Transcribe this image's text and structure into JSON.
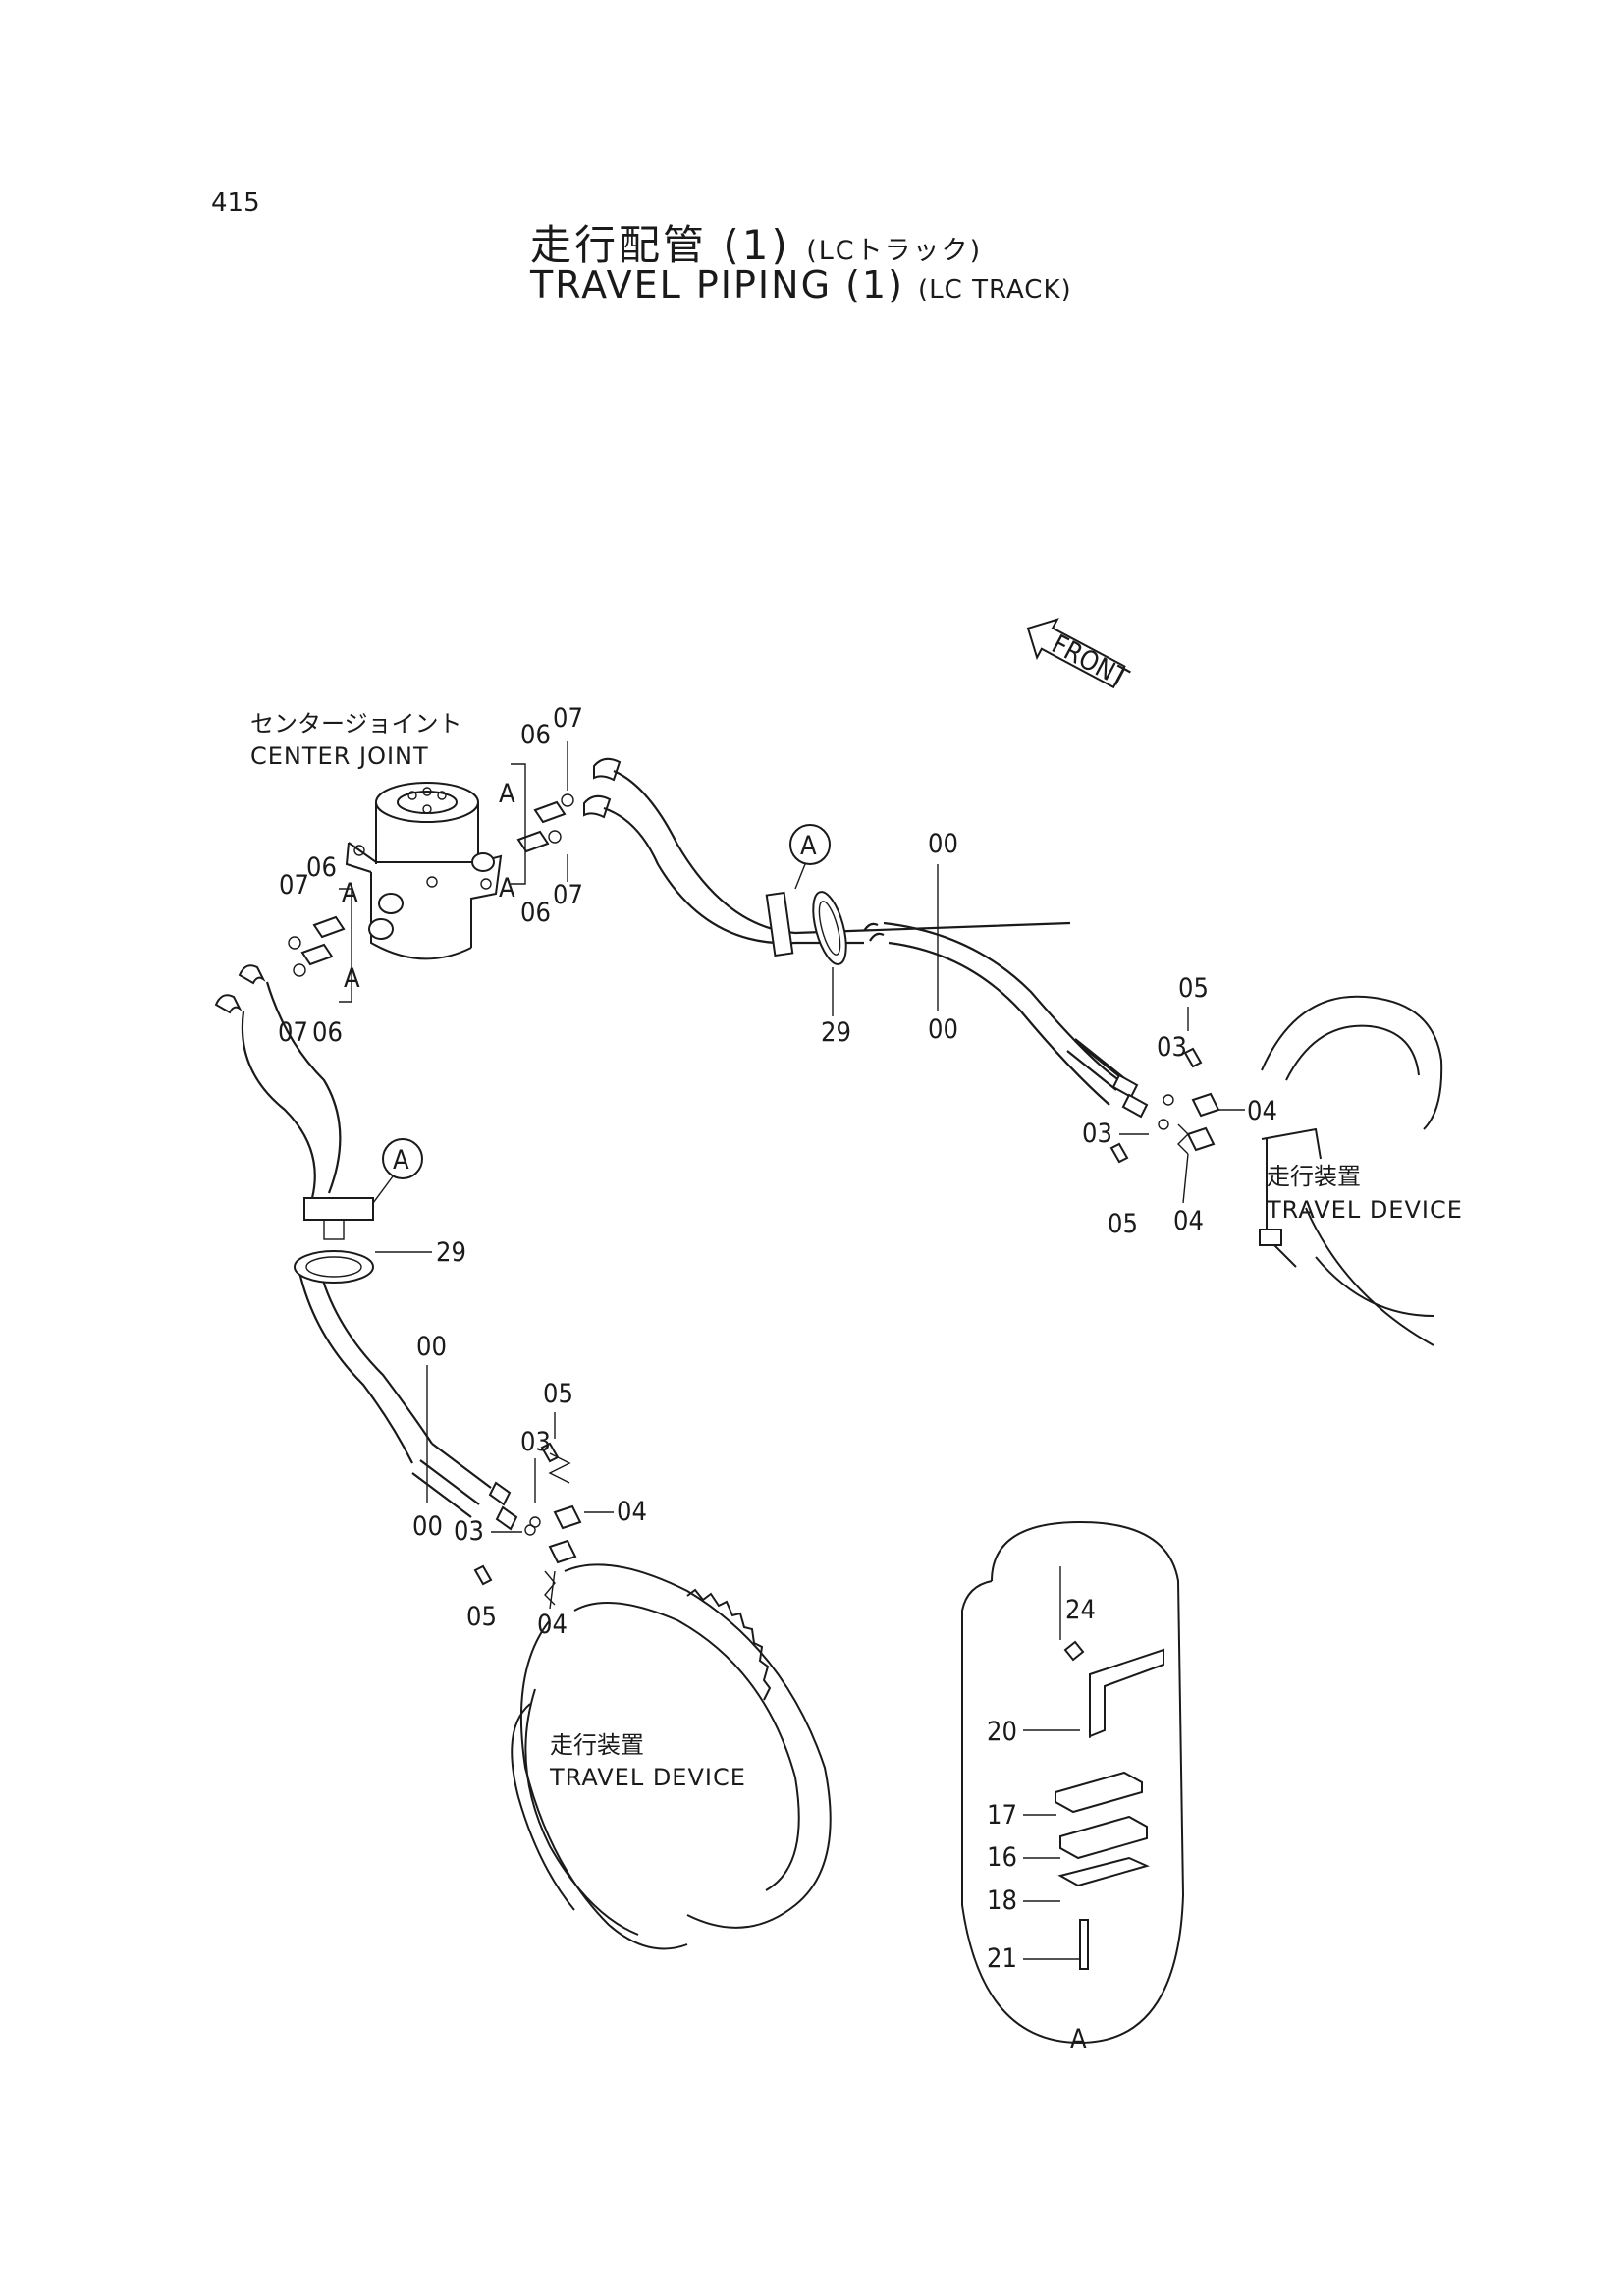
{
  "page_number": "415",
  "title": {
    "jp_main": "走行配管 (1)",
    "jp_sub": "(LCトラック)",
    "en_main": "TRAVEL PIPING (1)",
    "en_sub": "(LC TRACK)"
  },
  "front_arrow": "FRONT",
  "center_joint": {
    "jp": "センタージョイント",
    "en": "CENTER JOINT"
  },
  "travel_device": {
    "jp": "走行装置",
    "en": "TRAVEL DEVICE"
  },
  "callout_letter": "A",
  "callouts": {
    "c06a": "06",
    "c07a": "07",
    "cAa": "A",
    "cAb": "A",
    "c06b": "06",
    "c07b": "07",
    "c06c": "06",
    "c07c": "07",
    "cAc": "A",
    "cAd": "A",
    "c07d": "07",
    "c06d": "06",
    "c00a": "00",
    "c00b": "00",
    "c29a": "29",
    "c05a": "05",
    "c03a": "03",
    "c04a": "04",
    "c03b": "03",
    "c05b": "05",
    "c04b": "04",
    "c29b": "29",
    "c00c": "00",
    "c00d": "00",
    "c05c": "05",
    "c03c": "03",
    "c04c": "04",
    "c03d": "03",
    "c05d": "05",
    "c04d": "04",
    "c24": "24",
    "c20": "20",
    "c17": "17",
    "c16": "16",
    "c18": "18",
    "c21": "21"
  },
  "detail_label": "A"
}
